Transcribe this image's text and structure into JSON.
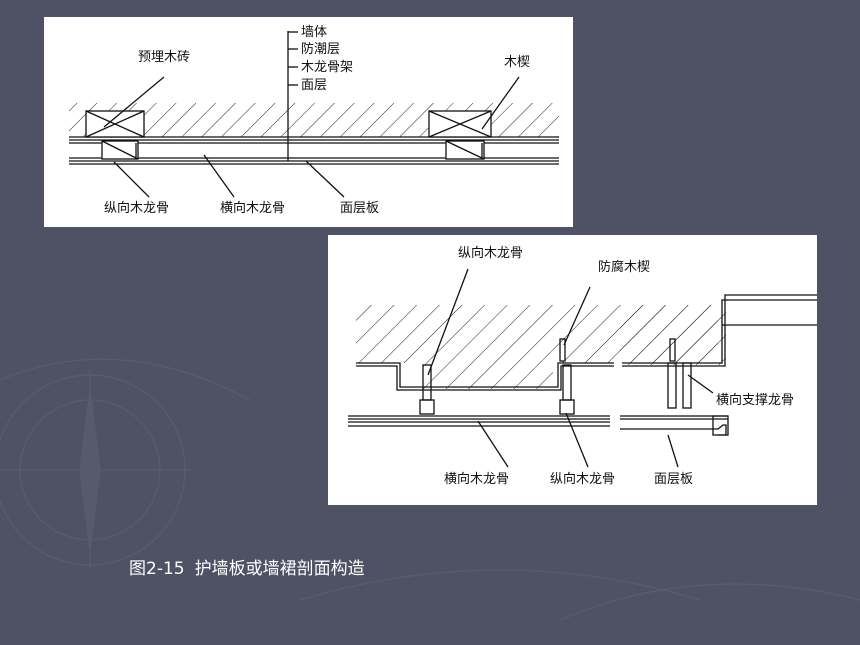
{
  "top_diagram": {
    "labels": {
      "embedded_brick": "预埋木砖",
      "wall": "墙体",
      "moisture_layer": "防潮层",
      "wood_keel_frame": "木龙骨架",
      "surface_layer": "面层",
      "wood_wedge": "木楔",
      "vertical_keel": "纵向木龙骨",
      "horizontal_keel": "横向木龙骨",
      "panel": "面层板"
    }
  },
  "bottom_diagram": {
    "labels": {
      "vertical_keel_top": "纵向木龙骨",
      "anticorrosion_wedge": "防腐木楔",
      "horizontal_support_keel": "横向支撑龙骨",
      "horizontal_keel": "横向木龙骨",
      "vertical_keel_bottom": "纵向木龙骨",
      "panel": "面层板"
    }
  },
  "caption": {
    "number": "图2-15",
    "text": "护墙板或墙裙剖面构造"
  }
}
